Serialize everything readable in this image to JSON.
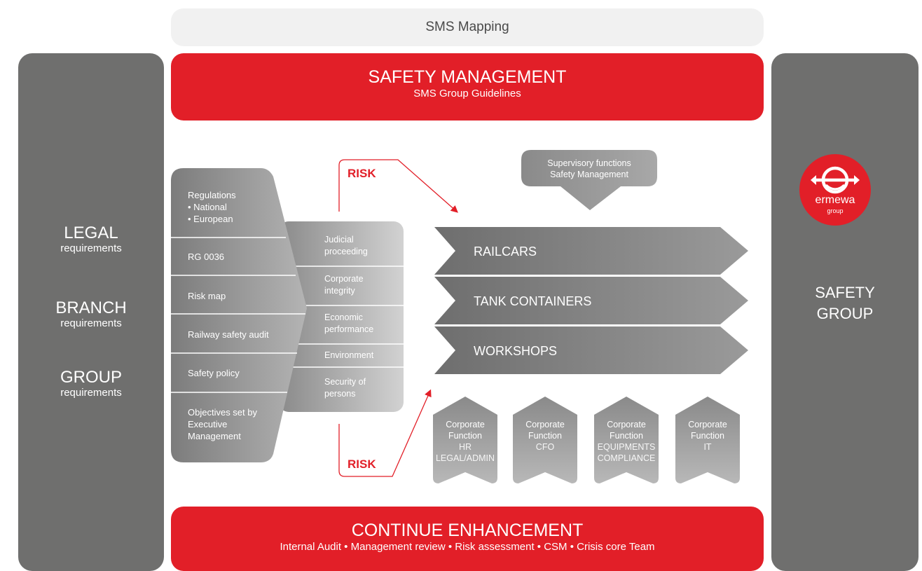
{
  "header": {
    "title": "SMS Mapping"
  },
  "safety_management": {
    "title": "SAFETY MANAGEMENT",
    "subtitle": "SMS Group Guidelines"
  },
  "continue_enhancement": {
    "title": "CONTINUE ENHANCEMENT",
    "subtitle": "Internal Audit • Management review • Risk assessment • CSM • Crisis core Team"
  },
  "left_panel": {
    "items": [
      {
        "big": "LEGAL",
        "small": "requirements"
      },
      {
        "big": "BRANCH",
        "small": "requirements"
      },
      {
        "big": "GROUP",
        "small": "requirements"
      }
    ]
  },
  "right_panel": {
    "title_line1": "SAFETY",
    "title_line2": "GROUP",
    "logo": {
      "name": "ermewa",
      "sub": "group",
      "icon": "ermewa-logo-icon"
    }
  },
  "inputs": [
    {
      "lines": [
        "Regulations",
        "• National",
        "• European"
      ]
    },
    {
      "lines": [
        "RG 0036"
      ]
    },
    {
      "lines": [
        "Risk map"
      ]
    },
    {
      "lines": [
        "Railway safety audit"
      ]
    },
    {
      "lines": [
        "Safety policy"
      ]
    },
    {
      "lines": [
        "Objectives set by",
        "Executive",
        "Management"
      ]
    }
  ],
  "risk_areas": [
    {
      "lines": [
        "Judicial",
        "proceeding"
      ]
    },
    {
      "lines": [
        "Corporate",
        "integrity"
      ]
    },
    {
      "lines": [
        "Economic",
        "performance"
      ]
    },
    {
      "lines": [
        "Environment"
      ]
    },
    {
      "lines": [
        "Security of",
        "persons"
      ]
    }
  ],
  "risk_labels": {
    "top": "RISK",
    "bottom": "RISK"
  },
  "supervisory": {
    "line1": "Supervisory functions",
    "line2": "Safety Management"
  },
  "business_lines": [
    "RAILCARS",
    "TANK CONTAINERS",
    "WORKSHOPS"
  ],
  "corporate_functions": [
    {
      "line1": "Corporate",
      "line2": "Function",
      "detail": [
        "HR",
        "LEGAL/ADMIN"
      ]
    },
    {
      "line1": "Corporate",
      "line2": "Function",
      "detail": [
        "CFO"
      ]
    },
    {
      "line1": "Corporate",
      "line2": "Function",
      "detail": [
        "EQUIPMENTS",
        "COMPLIANCE"
      ]
    },
    {
      "line1": "Corporate",
      "line2": "Function",
      "detail": [
        "IT"
      ]
    }
  ],
  "colors": {
    "red": "#e21f28",
    "gray_dark": "#6f6f6e",
    "gray_mid": "#8d8d8d",
    "gray_light": "#bdbdbd"
  }
}
